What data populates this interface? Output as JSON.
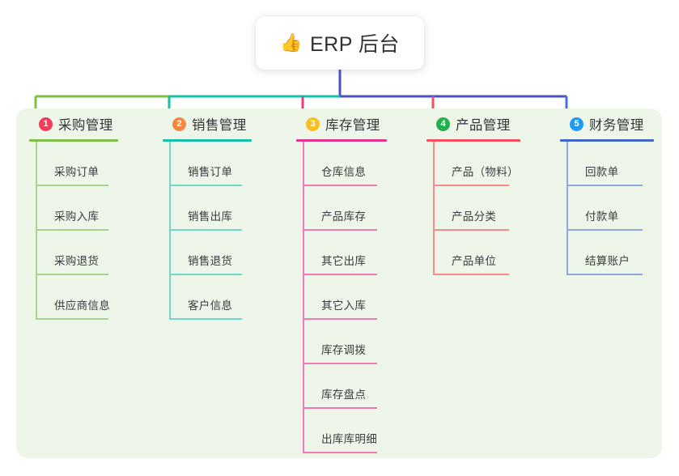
{
  "root": {
    "icon": "thumbs-up-icon",
    "icon_glyph": "👍",
    "title": "ERP 后台",
    "connector_color": "#4a52c0"
  },
  "panel": {
    "background": "#edf6e8"
  },
  "bus": {
    "segments": [
      {
        "name": "bus-segment-green",
        "color": "#7cc04a"
      },
      {
        "name": "bus-segment-teal",
        "color": "#17c0ac"
      },
      {
        "name": "bus-segment-blue",
        "color": "#4a52c0"
      }
    ]
  },
  "columns": [
    {
      "number": "1",
      "title": "采购管理",
      "badge_color": "#ef3e5c",
      "line_color": "#7cc04a",
      "item_line_color": "#a8d38a",
      "drop_color": "#7cc04a",
      "items": [
        "采购订单",
        "采购入库",
        "采购退货",
        "供应商信息"
      ]
    },
    {
      "number": "2",
      "title": "销售管理",
      "badge_color": "#f5883c",
      "line_color": "#17c0ac",
      "item_line_color": "#72d7cb",
      "drop_color": "#17c0ac",
      "items": [
        "销售订单",
        "销售出库",
        "销售退货",
        "客户信息"
      ]
    },
    {
      "number": "3",
      "title": "库存管理",
      "badge_color": "#fbbf24",
      "line_color": "#e0368f",
      "item_line_color": "#ef7ab4",
      "drop_color": "#ef3a7e",
      "items": [
        "仓库信息",
        "产品库存",
        "其它出库",
        "其它入库",
        "库存调拨",
        "库存盘点",
        "出库库明细"
      ]
    },
    {
      "number": "4",
      "title": "产品管理",
      "badge_color": "#22b14c",
      "line_color": "#f4505f",
      "item_line_color": "#f88a8a",
      "drop_color": "#f4505f",
      "items": [
        "产品（物料）",
        "产品分类",
        "产品单位"
      ]
    },
    {
      "number": "5",
      "title": "财务管理",
      "badge_color": "#1e9bf0",
      "line_color": "#4067c8",
      "item_line_color": "#8fa7e0",
      "drop_color": "#4a6fd0",
      "items": [
        "回款单",
        "付款单",
        "结算账户"
      ]
    }
  ]
}
